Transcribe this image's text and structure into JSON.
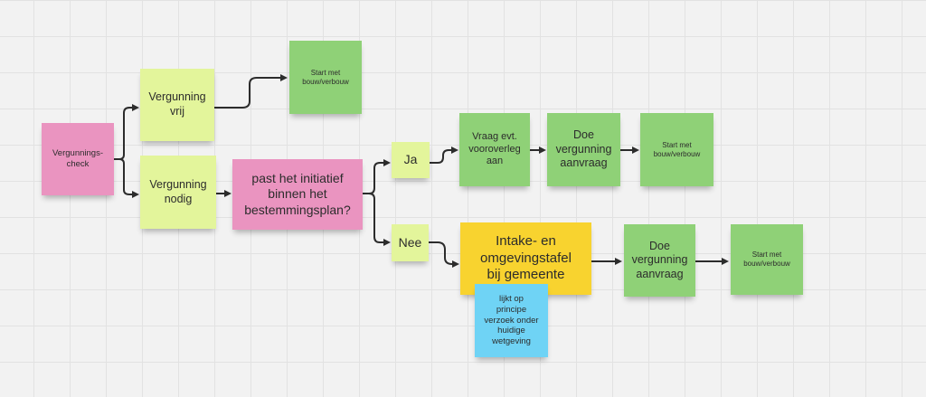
{
  "notes": {
    "vergunningscheck": "Vergunnings-\ncheck",
    "vergunning_vrij": "Vergunning\nvrij",
    "vergunning_nodig": "Vergunning\nnodig",
    "start_1": "Start met\nbouw/verbouw",
    "past_initiatief": "past het initiatief\nbinnen het\nbestemmingsplan?",
    "ja": "Ja",
    "nee": "Nee",
    "vraag_vooroverleg": "Vraag evt.\nvooroverleg\naan",
    "doe_aanvraag_1": "Doe\nvergunning\naanvraag",
    "start_2": "Start met\nbouw/verbouw",
    "intake": "Intake- en\nomgevingstafel\nbij gemeente",
    "doe_aanvraag_2": "Doe\nvergunning\naanvraag",
    "start_3": "Start met\nbouw/verbouw",
    "lijkt_op": "lijkt op\nprincipe\nverzoek onder\nhuidige\nwetgeving"
  },
  "colors": {
    "pink": "#ea94c0",
    "lime": "#e3f59b",
    "green": "#8fd177",
    "yellow": "#f8d32f",
    "blue": "#6fd3f5",
    "connector": "#2c2c2c"
  }
}
